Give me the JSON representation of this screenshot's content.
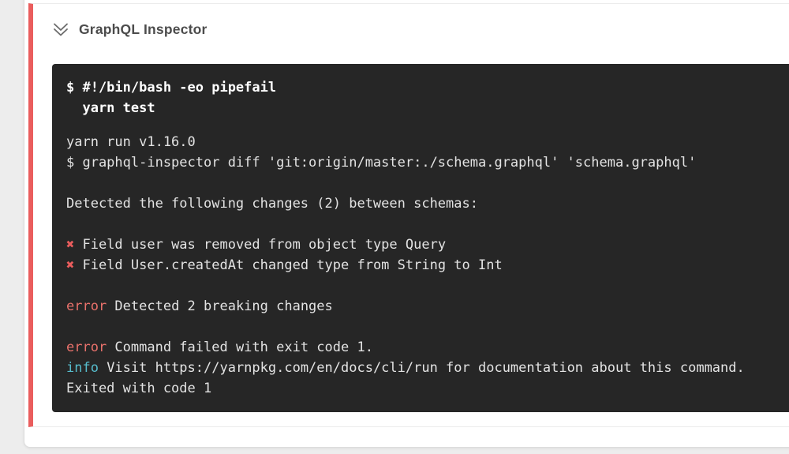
{
  "colors": {
    "page_bg": "#ededed",
    "card_bg": "#ffffff",
    "card_border": "#dcdcdc",
    "step_border": "#ececec",
    "accent_red": "#ea5d5d",
    "terminal_bg": "#262626",
    "terminal_text": "#e3e3e3",
    "terminal_bold_text": "#ffffff",
    "error_red": "#e8716b",
    "info_cyan": "#56bccc",
    "title_gray": "#4c4c4c",
    "chevron_gray": "#6b6b6b"
  },
  "header": {
    "title": "GraphQL Inspector",
    "collapse_icon": "double-chevron-down-icon"
  },
  "terminal": {
    "command_lines": [
      "$ #!/bin/bash -eo pipefail",
      "  yarn test"
    ],
    "output_lines": [
      [
        {
          "text": "yarn run v1.16.0"
        }
      ],
      [
        {
          "text": "$ graphql-inspector diff 'git:origin/master:./schema.graphql' 'schema.graphql'"
        }
      ],
      [],
      [
        {
          "text": "Detected the following changes (2) between schemas:"
        }
      ],
      [],
      [
        {
          "text": "✖",
          "style": "xmark"
        },
        {
          "text": " Field user was removed from object type Query"
        }
      ],
      [
        {
          "text": "✖",
          "style": "xmark"
        },
        {
          "text": " Field User.createdAt changed type from String to Int"
        }
      ],
      [],
      [
        {
          "text": "error",
          "style": "error"
        },
        {
          "text": " Detected 2 breaking changes"
        }
      ],
      [],
      [
        {
          "text": "error",
          "style": "error"
        },
        {
          "text": " Command failed with exit code 1."
        }
      ],
      [
        {
          "text": "info",
          "style": "info"
        },
        {
          "text": " Visit https://yarnpkg.com/en/docs/cli/run for documentation about this command."
        }
      ],
      [
        {
          "text": "Exited with code 1"
        }
      ]
    ]
  }
}
